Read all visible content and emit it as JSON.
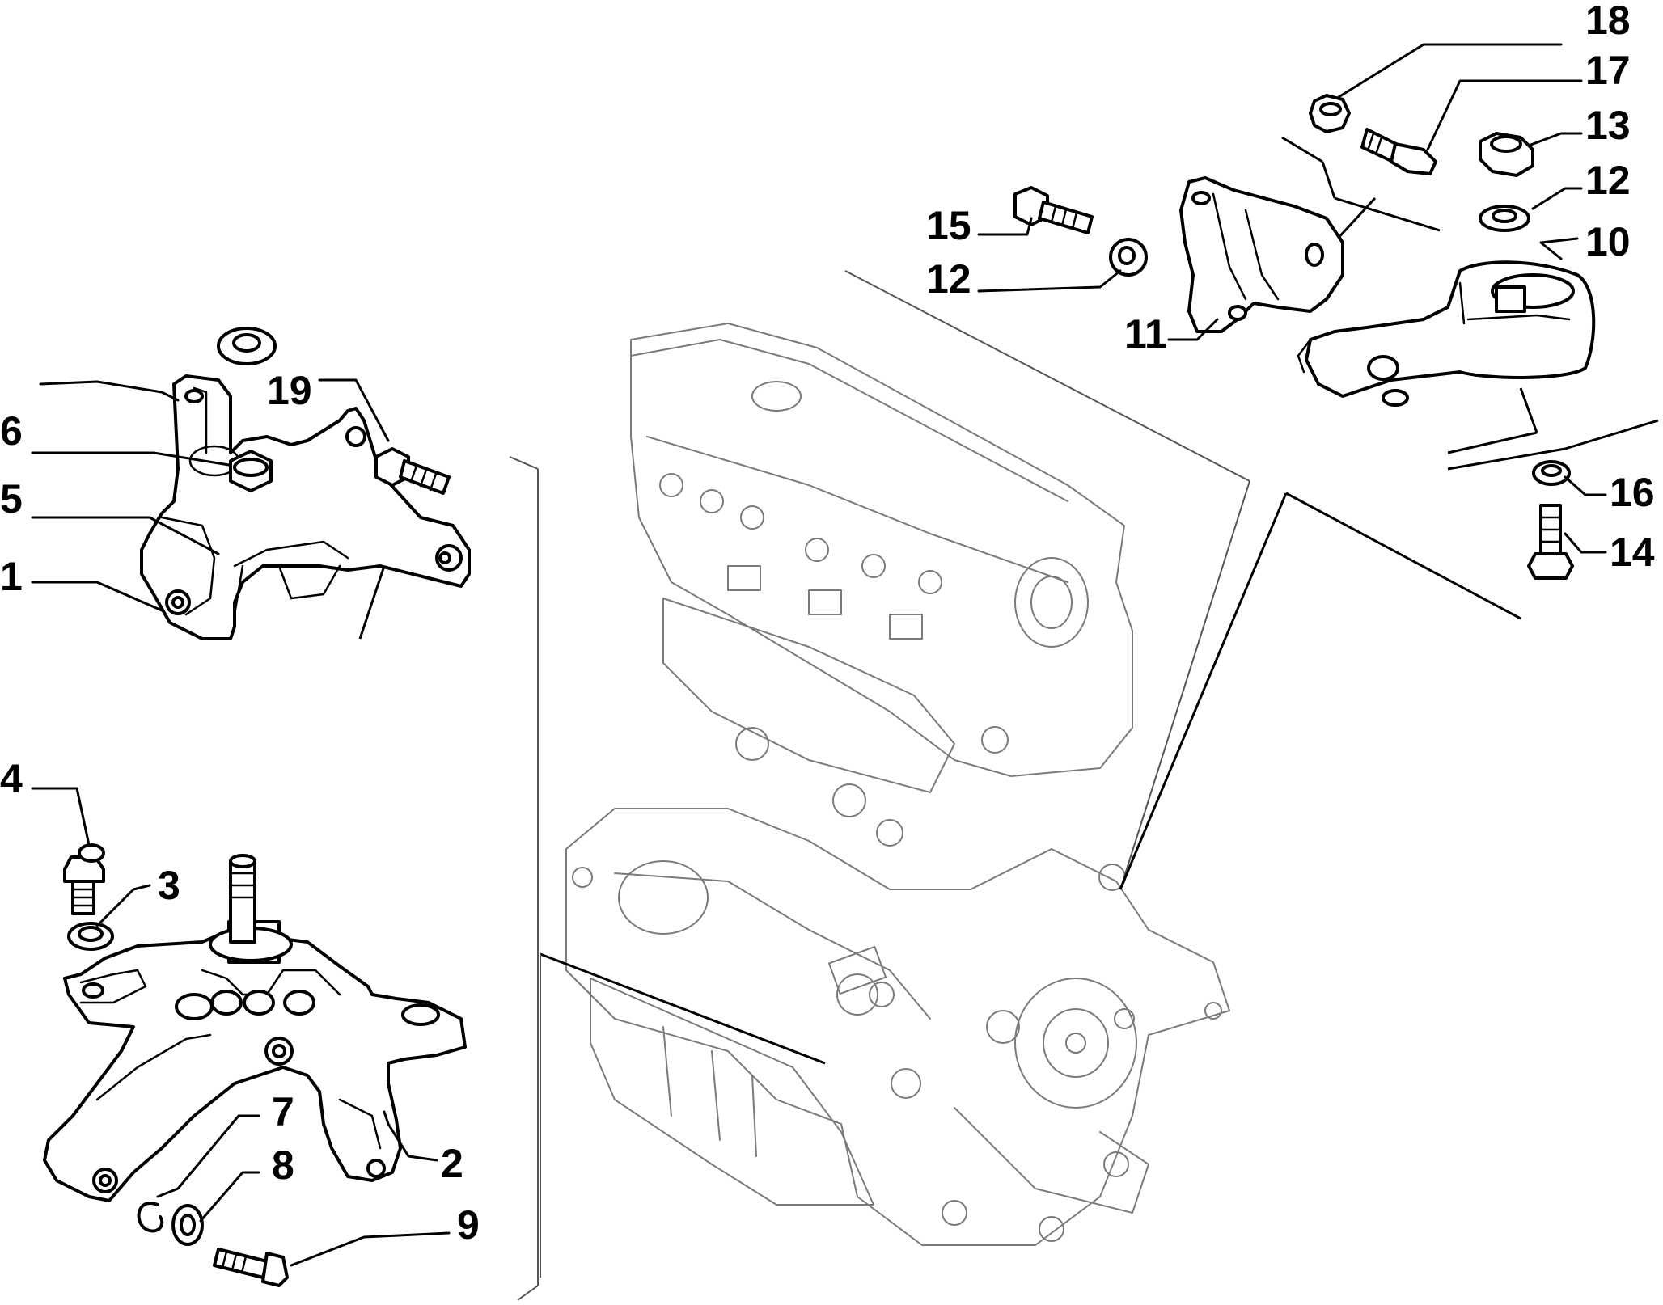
{
  "diagram": {
    "callouts": {
      "c1": "1",
      "c2": "2",
      "c3": "3",
      "c4": "4",
      "c5": "5",
      "c6": "6",
      "c7": "7",
      "c8": "8",
      "c9": "9",
      "c10": "10",
      "c11": "11",
      "c12a": "12",
      "c12b": "12",
      "c13": "13",
      "c14": "14",
      "c15": "15",
      "c16": "16",
      "c17": "17",
      "c18": "18",
      "c19": "19"
    }
  }
}
